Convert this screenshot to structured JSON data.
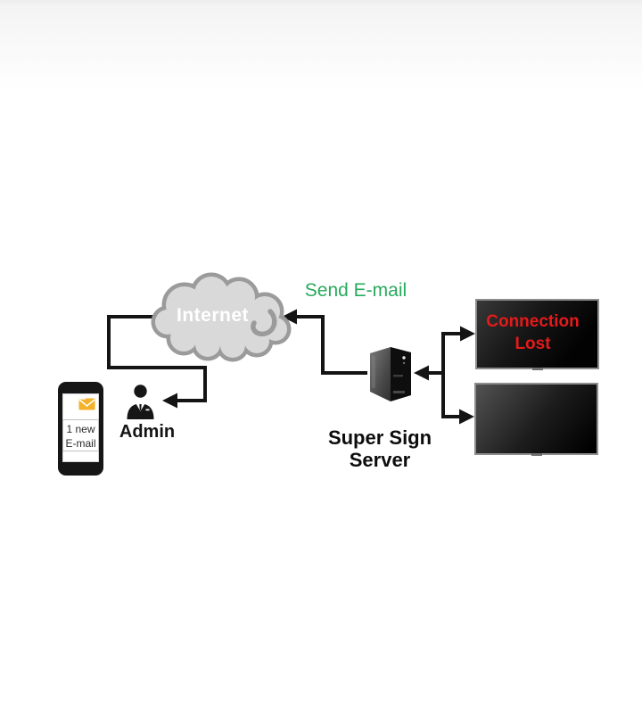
{
  "page": {
    "background_color": "#ffffff",
    "top_fade_color": "#ededed"
  },
  "diagram": {
    "cloud": {
      "label": "Internet",
      "fill_color": "#d9d9d9",
      "border_color": "#9b9b9b",
      "label_color": "#ffffff"
    },
    "email_flow": {
      "label": "Send E-mail",
      "color": "#28aa5c"
    },
    "server": {
      "label_line1": "Super Sign",
      "label_line2": "Server"
    },
    "admin": {
      "label": "Admin"
    },
    "phone": {
      "notification_line1": "1 new",
      "notification_line2": "E-mail",
      "envelope_color": "#f3b229"
    },
    "displays": [
      {
        "status_line1": "Connection",
        "status_line2": "Lost",
        "status_color": "#e51a1a"
      },
      {
        "status_line1": "",
        "status_line2": ""
      }
    ],
    "line_color": "#141414"
  }
}
